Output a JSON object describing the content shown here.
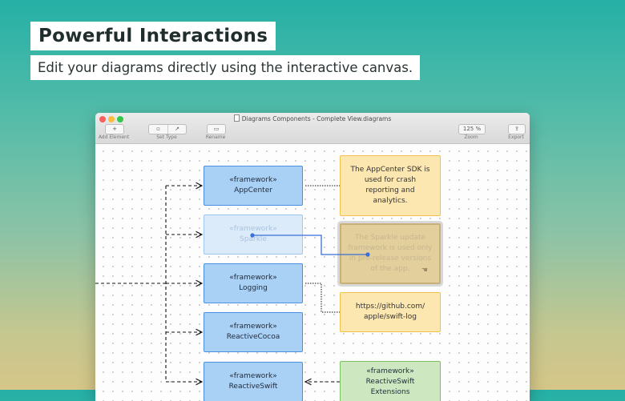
{
  "headline": "Powerful Interactions",
  "subheadline": "Edit your diagrams directly using the interactive canvas.",
  "window": {
    "title": "Diagrams Components - Complete View.diagrams",
    "toolbar": {
      "add_element": "Add Element",
      "add_symbol": "+",
      "set_type": "Set Type",
      "rename": "Rename",
      "zoom_label": "Zoom",
      "zoom_value": "125 %",
      "export": "Export"
    }
  },
  "diagram": {
    "nodes": [
      {
        "stereotype": "«framework»",
        "name": "AppCenter"
      },
      {
        "stereotype": "«framework»",
        "name": "Sparkle"
      },
      {
        "stereotype": "«framework»",
        "name": "Logging"
      },
      {
        "stereotype": "«framework»",
        "name": "ReactiveCocoa"
      },
      {
        "stereotype": "«framework»",
        "name": "ReactiveSwift"
      }
    ],
    "notes": [
      {
        "lines": [
          "The AppCenter SDK is",
          "used for crash",
          "reporting and",
          "analytics."
        ]
      },
      {
        "lines": [
          "The Sparkle update",
          "framework is used only",
          "in pre-release versions",
          "of the app."
        ]
      },
      {
        "lines": [
          "https://github.com/",
          "apple/swift-log"
        ]
      }
    ],
    "extension": {
      "stereotype": "«framework»",
      "name": "ReactiveSwift",
      "suffix": "Extensions"
    }
  }
}
